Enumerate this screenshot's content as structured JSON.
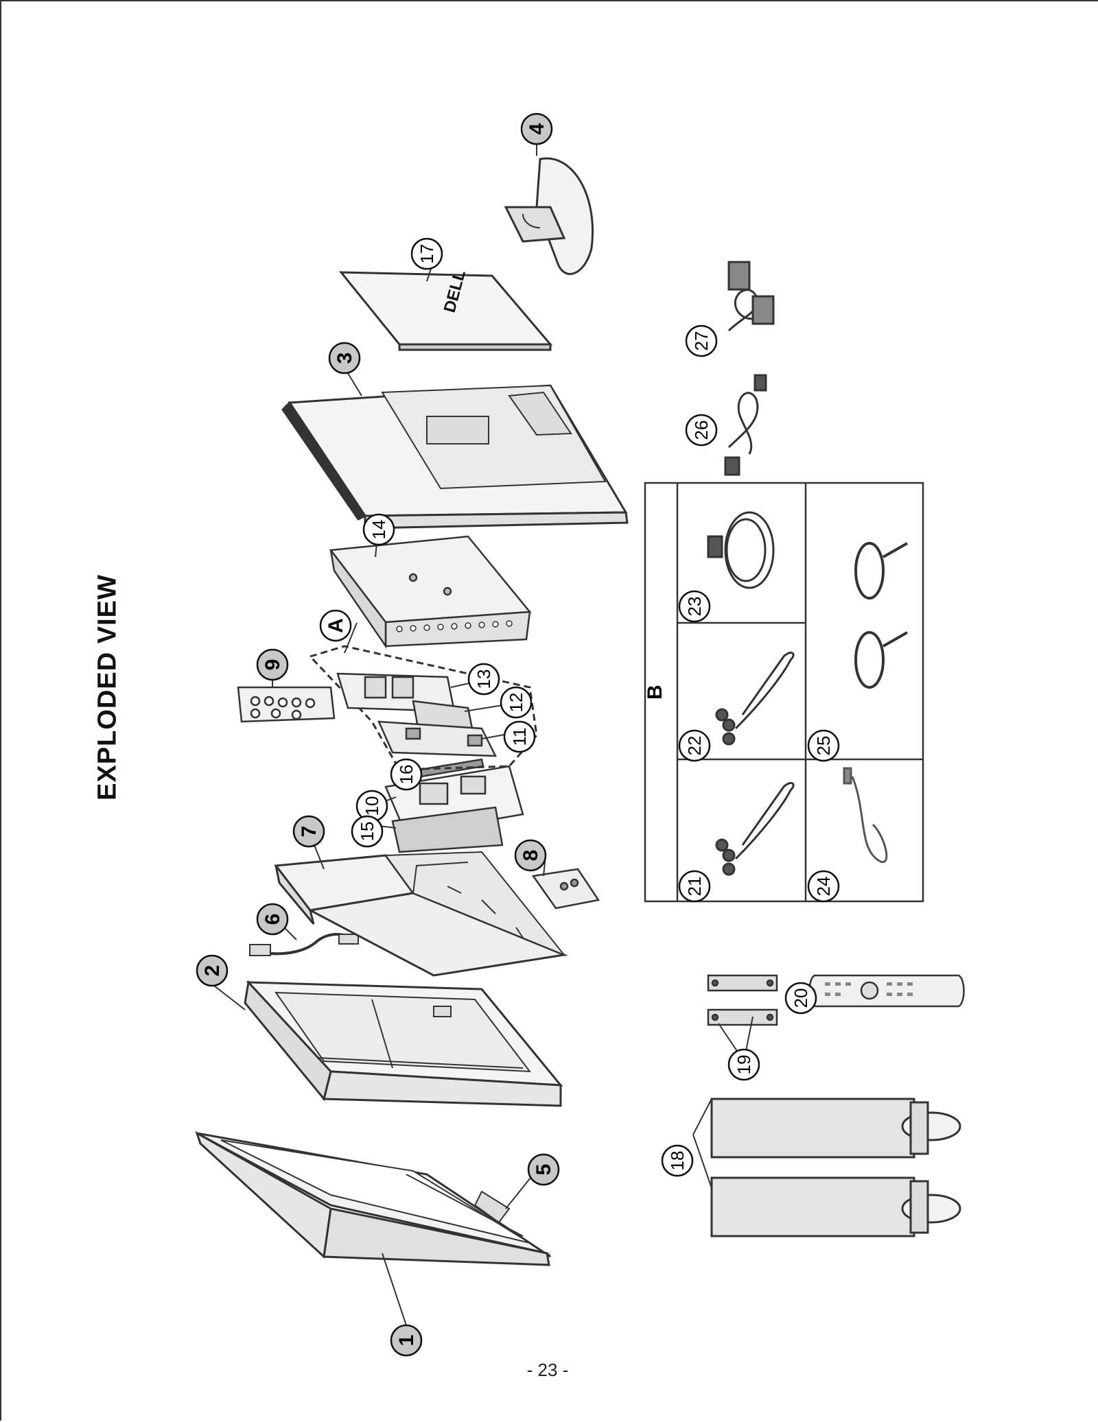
{
  "page": {
    "title": "EXPLODED VIEW",
    "page_number": "- 23 -"
  },
  "accessory_box_label": "B",
  "group_label": "A",
  "callouts": {
    "c1": "1",
    "c2": "2",
    "c3": "3",
    "c4": "4",
    "c5": "5",
    "c6": "6",
    "c7": "7",
    "c8": "8",
    "c9": "9",
    "c10": "10",
    "c11": "11",
    "c12": "12",
    "c13": "13",
    "c14": "14",
    "c15": "15",
    "c16": "16",
    "c17": "17",
    "c18": "18",
    "c19": "19",
    "c20": "20",
    "c21": "21",
    "c22": "22",
    "c23": "23",
    "c24": "24",
    "c25": "25",
    "c26": "26",
    "c27": "27"
  },
  "logo_text": "DELL"
}
